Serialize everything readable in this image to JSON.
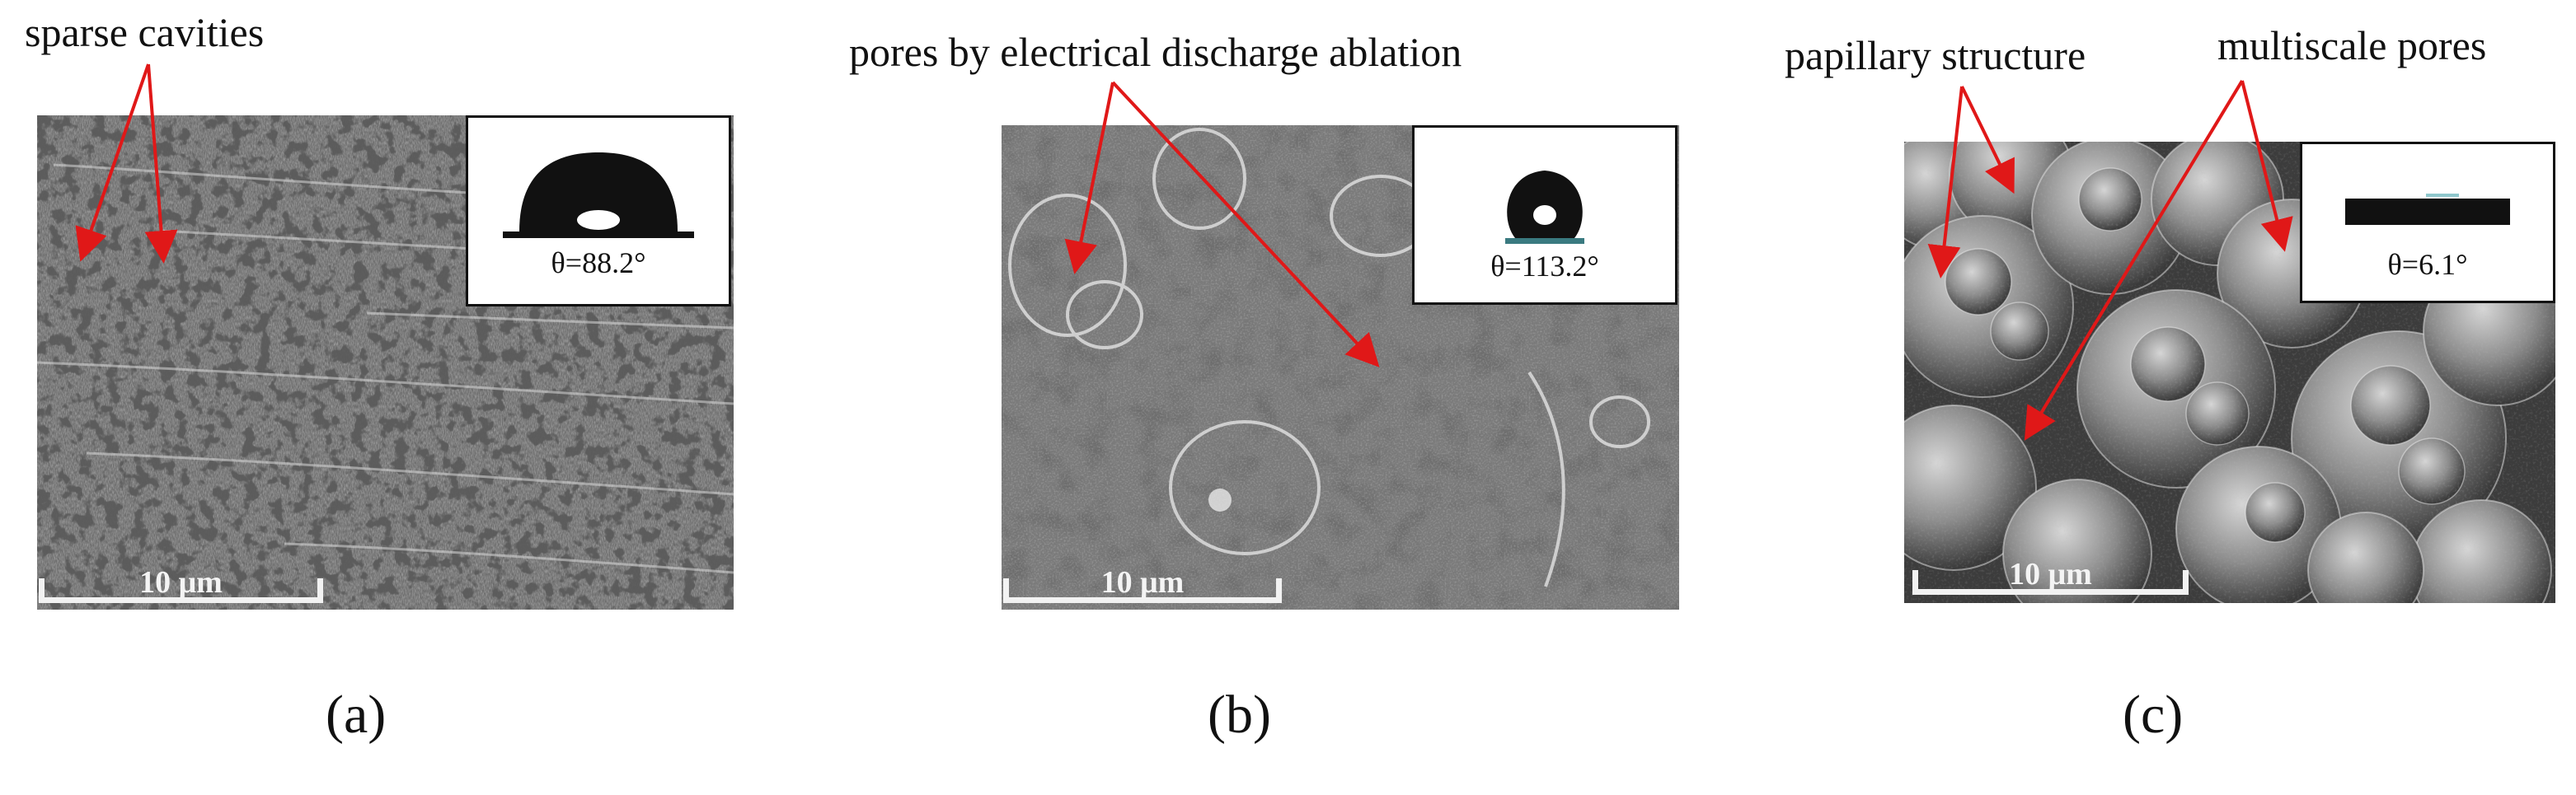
{
  "figure": {
    "panels": [
      {
        "id": "a",
        "annotations": [
          "sparse cavities"
        ],
        "contact_angle": "θ=88.2°",
        "scale_bar": "10 μm",
        "sublabel": "(a)"
      },
      {
        "id": "b",
        "annotations": [
          "pores by electrical discharge ablation"
        ],
        "contact_angle": "θ=113.2°",
        "scale_bar": "10 μm",
        "sublabel": "(b)"
      },
      {
        "id": "c",
        "annotations": [
          "papillary structure",
          "multiscale pores"
        ],
        "contact_angle": "θ=6.1°",
        "scale_bar": "10 μm",
        "sublabel": "(c)"
      }
    ],
    "colors": {
      "arrow": "#e01818",
      "scale_bar": "#f2f2f2",
      "inset_border": "#111111"
    }
  }
}
